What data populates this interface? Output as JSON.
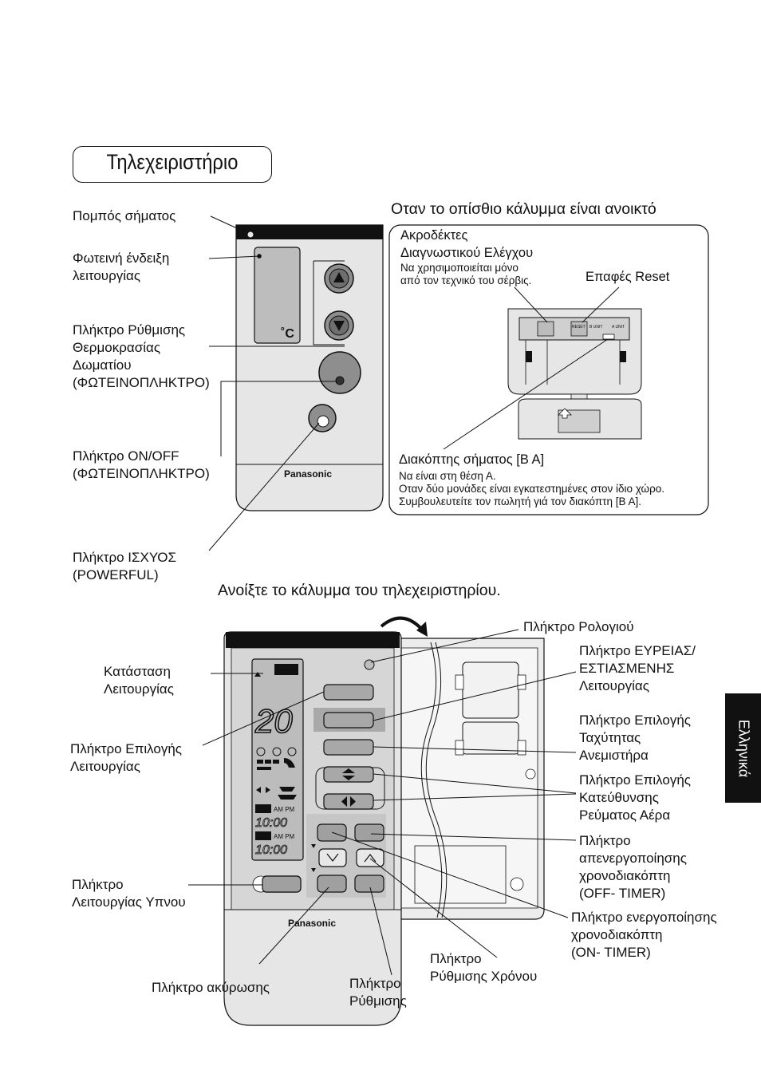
{
  "page_title": "Τηλεχειριστήριο",
  "language_tab": "Ελληνικά",
  "brand": "Panasonic",
  "temp_unit": "˚C",
  "top_labels": {
    "transmitter": "Πομπός σήματος",
    "indicator": "Φωτεινή ένδειξη\nλειτουργίας",
    "temp_button": "Πλήκτρο Ρύθμισης\nΘερμοκρασίας\nΔωματίου\n(ΦΩΤΕΙΝΟΠΛΗΚΤΡΟ)",
    "onoff_button": "Πλήκτρο ON/OFF\n(ΦΩΤΕΙΝΟΠΛΗΚΤΡΟ)",
    "powerful_button": "Πλήκτρο ΙΣΧΥΟΣ\n(POWERFUL)"
  },
  "back_cover": {
    "heading": "Οταν το οπίσθιο κάλυμμα είναι ανοικτό",
    "diag_terminals": "Ακροδέκτες\nΔιαγνωστικού Ελέγχου",
    "diag_note": "Να χρησιμοποιείται μόνο\nαπό τον τεχνικό του σέρβις.",
    "reset_contacts": "Επαφές Reset",
    "switch_label": "Διακόπτης σήματος [B    A]",
    "switch_note": "Να είναι στη θέση Α.\nΟταν δύο μονάδες είναι εγκατεστημένες στον ίδιο χώρο.\nΣυμβουλευτείτε τον πωλητή γιά τον διακόπτη [B    A].",
    "board_reset": "RESET",
    "board_bunit": "B UNIT",
    "board_aunit": "A UNIT"
  },
  "open_cover": {
    "heading": "Ανοίξτε το κάλυμμα του τηλεχειριστηρίου.",
    "clock_button": "Πλήκτρο Ρολογιού",
    "wide_spot_button": "Πλήκτρο ΕΥΡΕΙΑΣ/\nΕΣΤΙΑΣΜΕΝΗΣ\nΛειτουργίας",
    "fan_speed_button": "Πλήκτρο Επιλογής\nΤαχύτητας\nΑνεμιστήρα",
    "airflow_button": "Πλήκτρο Επιλογής\nΚατεύθυνσης\nΡεύματος Αέρα",
    "off_timer_button": "Πλήκτρο\nαπενεργοποίησης\nχρονοδιακόπτη\n(OFF- TIMER)",
    "on_timer_button": "Πλήκτρο ενεργοποίησης\nχρονοδιακόπτη\n(ON- TIMER)",
    "operation_status": "Κατάσταση\nΛειτουργίας",
    "mode_button": "Πλήκτρο Επιλογής\nΛειτουργίας",
    "sleep_button": "Πλήκτρο\nΛειτουργίας Υπνου",
    "cancel_button": "Πλήκτρο ακύρωσης",
    "set_button": "Πλήκτρο\nΡύθμισης",
    "time_adjust_button": "Πλήκτρο\nΡύθμισης Χρόνου",
    "lcd_temp": "20",
    "lcd_time_1": "10:00",
    "lcd_time_2": "10:00",
    "lcd_ampm": "AM PM"
  }
}
